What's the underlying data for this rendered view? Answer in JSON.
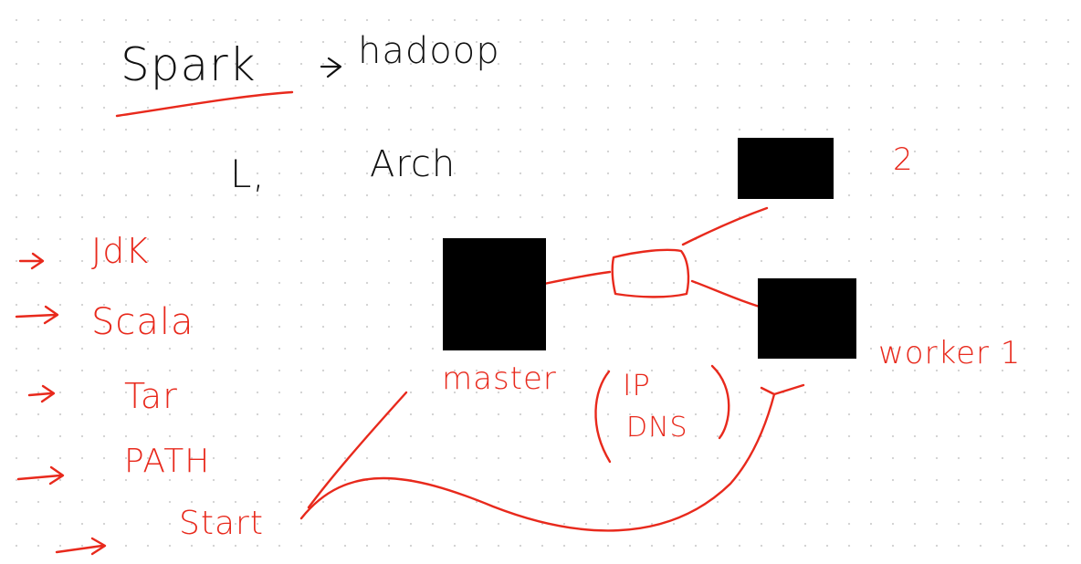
{
  "note": {
    "title": {
      "text": "Spark",
      "arrow": "->",
      "target": "hadoop"
    },
    "subtitle": {
      "prefix": "L,",
      "text": "Arch"
    },
    "steps": [
      "JdK",
      "Scala",
      "Tar",
      "PATH",
      "Start",
      ""
    ],
    "diagram": {
      "master_label": "master",
      "ip_label": "IP",
      "dns_label": "DNS",
      "worker_label": "worker 1",
      "top_node_label": "2"
    },
    "colors": {
      "ink": "#111111",
      "accent": "#e8291c",
      "node_fill": "#000000"
    }
  }
}
